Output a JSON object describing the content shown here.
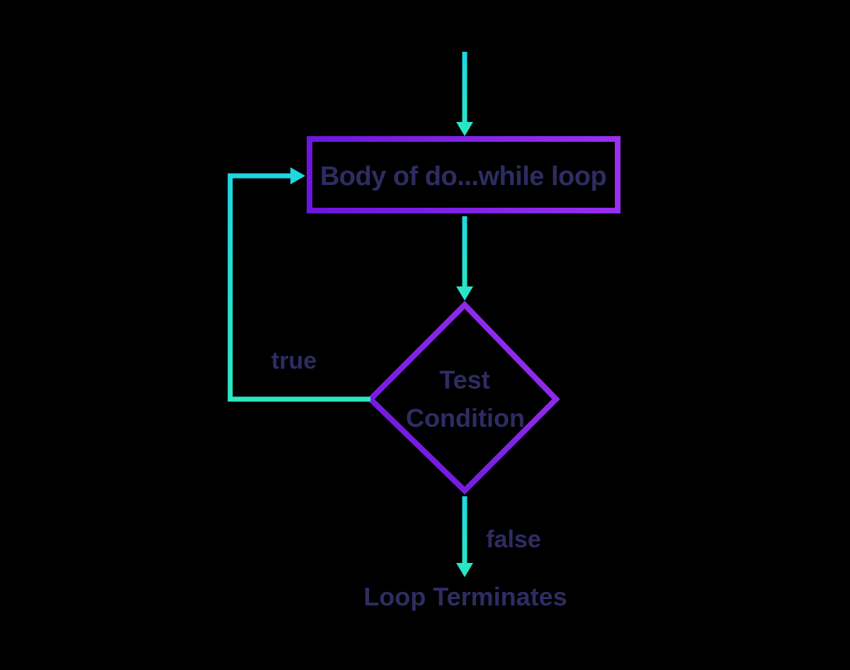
{
  "diagram": {
    "type": "flowchart",
    "topic": "do...while loop flowchart",
    "background": "#000000",
    "colors": {
      "cyan": "#1ed7e0",
      "teal": "#2ce7c2",
      "purple_light": "#9b30f2",
      "purple_dark": "#6a15dd",
      "text": "#2e2c62"
    },
    "nodes": {
      "body": {
        "shape": "rectangle",
        "label": "Body of do...while loop"
      },
      "condition": {
        "shape": "diamond",
        "label_line1": "Test",
        "label_line2": "Condition"
      },
      "terminate": {
        "shape": "text",
        "label": "Loop Terminates"
      }
    },
    "edges": {
      "entry": {
        "from": "start",
        "to": "body"
      },
      "body_to_condition": {
        "from": "body",
        "to": "condition"
      },
      "condition_true": {
        "from": "condition",
        "to": "body",
        "label": "true"
      },
      "condition_false": {
        "from": "condition",
        "to": "terminate",
        "label": "false"
      }
    }
  }
}
